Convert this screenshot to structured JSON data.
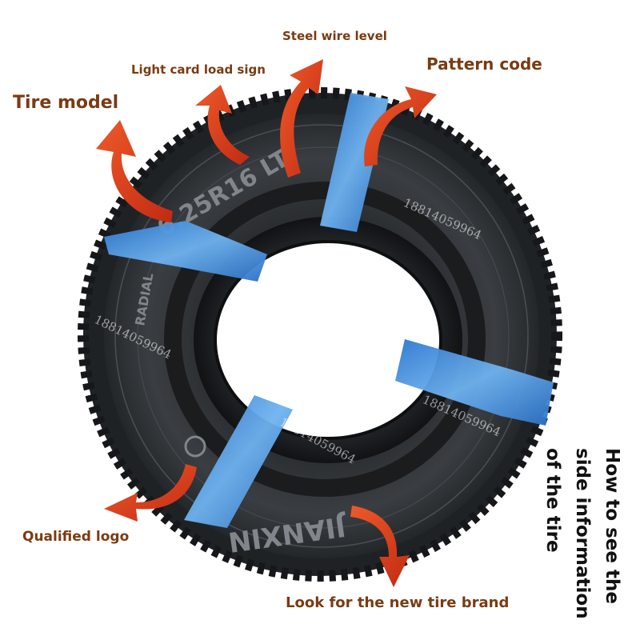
{
  "annotations": {
    "tire_model": "Tire model",
    "light_card_load_sign": "Light card load sign",
    "steel_wire_level": "Steel wire level",
    "pattern_code": "Pattern code",
    "qualified_logo": "Qualified logo",
    "new_tire_brand": "Look for the new tire brand"
  },
  "title_lines": [
    "How to see the",
    "side information",
    "of the tire"
  ],
  "watermark": "18814059964",
  "tire_markings": {
    "size": "6.25R16 LT",
    "construction": "RADIAL",
    "brand": "JIANXIN"
  },
  "colors": {
    "label": "#7a3b12",
    "arrow": "#d83a1c",
    "rubber": "#34383b",
    "wrap": "#2f7fd4"
  }
}
